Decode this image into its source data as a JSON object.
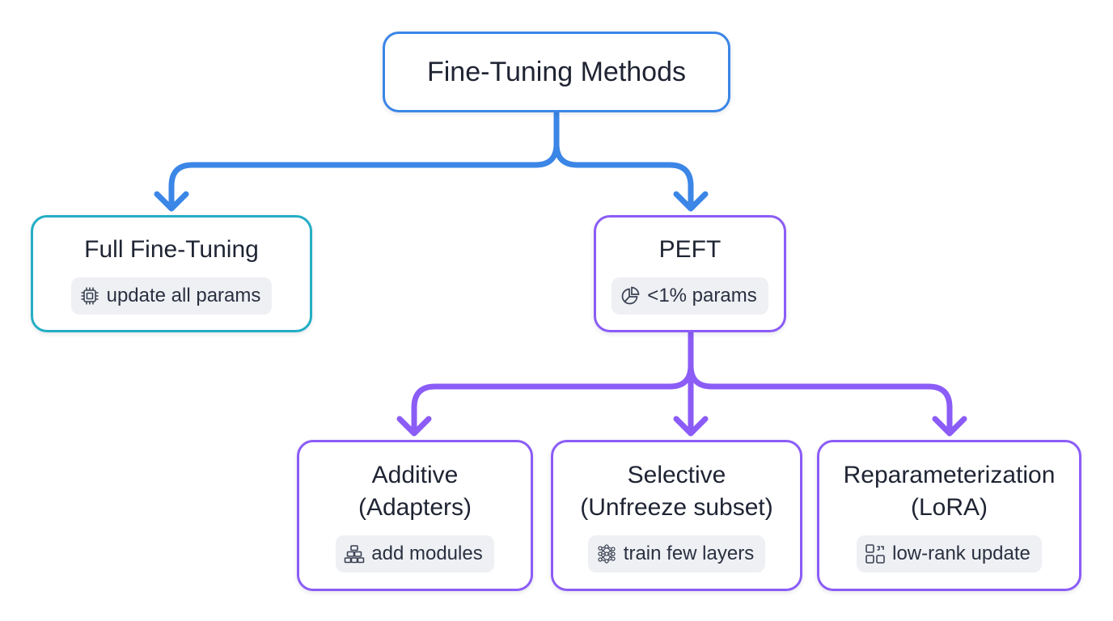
{
  "diagram": {
    "root": {
      "title": "Fine-Tuning Methods"
    },
    "full": {
      "title": "Full Fine-Tuning",
      "badge": "update all params",
      "icon": "chip-icon"
    },
    "peft": {
      "title": "PEFT",
      "badge": "<1% params",
      "icon": "pie-chart-icon"
    },
    "additive": {
      "title_line1": "Additive",
      "title_line2": "(Adapters)",
      "badge": "add modules",
      "icon": "stacked-blocks-icon"
    },
    "selective": {
      "title_line1": "Selective",
      "title_line2": "(Unfreeze subset)",
      "badge": "train few layers",
      "icon": "neural-network-icon"
    },
    "reparam": {
      "title_line1": "Reparameterization",
      "title_line2": "(LoRA)",
      "badge": "low-rank update",
      "icon": "matrix-grid-icon"
    }
  },
  "colors": {
    "root_border": "#3b86e6",
    "full_border": "#23aec4",
    "peft_border": "#8b5cf6",
    "connector_blue": "#3b86e6",
    "connector_purple": "#8b5cf6",
    "badge_bg": "#eef0f4",
    "text": "#1f2433"
  }
}
